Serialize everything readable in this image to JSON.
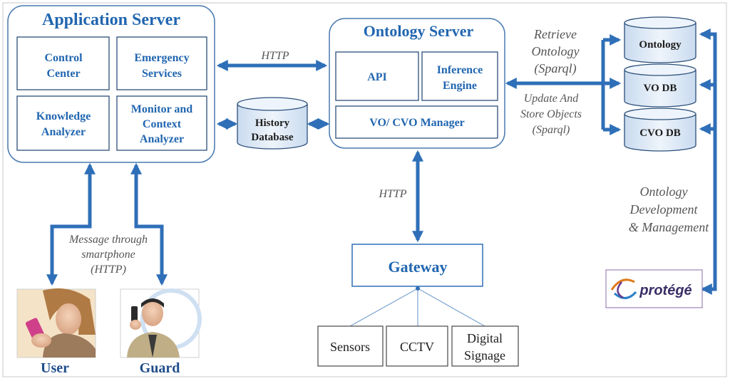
{
  "app_server": {
    "title": "Application Server",
    "control_center": [
      "Control",
      "Center"
    ],
    "emergency_services": [
      "Emergency",
      "Services"
    ],
    "knowledge_analyzer": [
      "Knowledge",
      "Analyzer"
    ],
    "monitor_context": [
      "Monitor and",
      "Context",
      "Analyzer"
    ]
  },
  "ontology_server": {
    "title": "Ontology Server",
    "api": "API",
    "inference_engine": [
      "Inference",
      "Engine"
    ],
    "vo_manager": "VO/ CVO Manager"
  },
  "history_db": [
    "History",
    "Database"
  ],
  "databases": {
    "ontology": "Ontology",
    "vo_db": "VO DB",
    "cvo_db": "CVO DB"
  },
  "gateway": "Gateway",
  "devices": {
    "sensors": "Sensors",
    "cctv": "CCTV",
    "digital_signage": [
      "Digital",
      "Signage"
    ]
  },
  "labels": {
    "http_top": "HTTP",
    "http_mid": "HTTP",
    "retrieve": [
      "Retrieve",
      "Ontology",
      "(Sparql)"
    ],
    "update": [
      "Update And",
      "Store Objects",
      "(Sparql)"
    ],
    "dev_mgmt": [
      "Ontology",
      "Development",
      "& Management"
    ],
    "message": [
      "Message through",
      "smartphone",
      "(HTTP)"
    ]
  },
  "people": {
    "user": "User",
    "guard": "Guard"
  },
  "protege": "protégé",
  "colors": {
    "accent": "#2166b0",
    "arrow": "#2f6fb8",
    "border": "#4a7ab0",
    "db_fill": "#dde8f4",
    "label": "#555555"
  }
}
